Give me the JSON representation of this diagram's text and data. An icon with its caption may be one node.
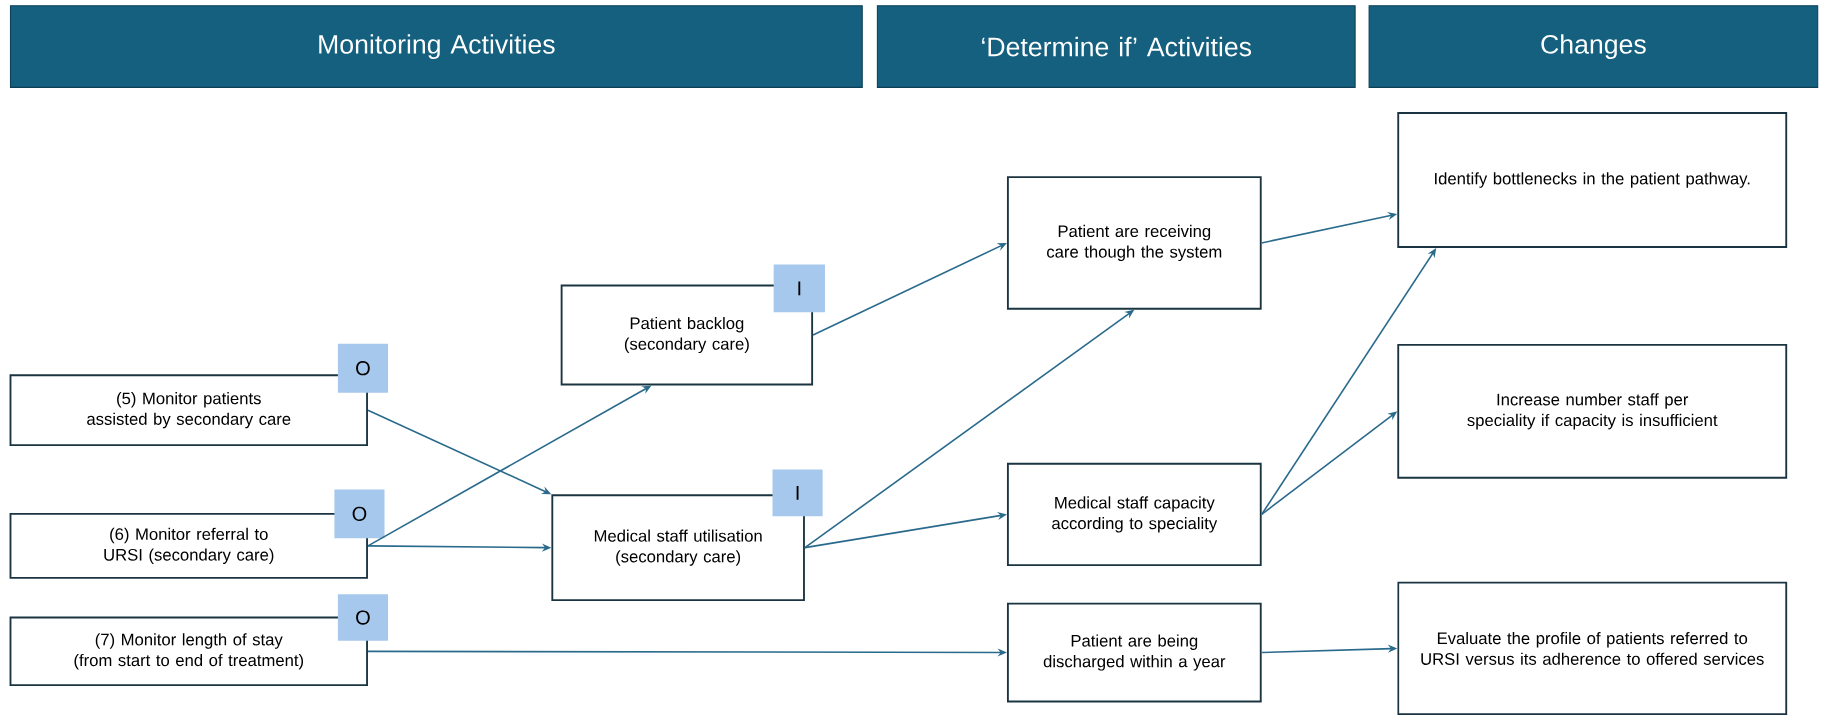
{
  "diagram": {
    "nodes": [
      {
        "text": [
          "Monitoring Activities"
        ]
      },
      {
        "text": [
          "‘Determine if’ Activities"
        ]
      },
      {
        "text": [
          "Changes"
        ]
      },
      {
        "text": [
          "(5) Monitor patients assisted by secondary care"
        ]
      },
      {
        "text": [
          "O"
        ]
      },
      {
        "text": [
          "(6) Monitor referral to URSI (secondary care)"
        ]
      },
      {
        "text": [
          "O"
        ]
      },
      {
        "text": [
          "(7) Monitor length of stay (from start to end of treatment)"
        ]
      },
      {
        "text": [
          "O"
        ]
      },
      {
        "text": [
          "Patient backlog (secondary care)"
        ]
      },
      {
        "text": [
          "I"
        ]
      },
      {
        "text": [
          "Medical staff utilisation (secondary care)"
        ]
      },
      {
        "text": [
          "I"
        ]
      },
      {
        "text": [
          "Patient are receiving care though the system"
        ]
      },
      {
        "text": [
          "Medical staff capacity according to speciality"
        ]
      },
      {
        "text": [
          "Patient are being discharged within a year"
        ]
      },
      {
        "text": [
          "Identify bottlenecks in the patient pathway."
        ]
      },
      {
        "text": [
          "Increase number staff per speciality if capacity is insufficient"
        ]
      },
      {
        "text": [
          "Evaluate the profile of patients referred to URSI versus its adherence to offered services"
        ]
      }
    ],
    "edges": [
      {
        "from": 3,
        "to": 11,
        "arrow": "to"
      },
      {
        "from": 5,
        "to": 9,
        "arrow": "to"
      },
      {
        "from": 5,
        "to": 11,
        "arrow": "to"
      },
      {
        "from": 7,
        "to": 15,
        "arrow": "to"
      },
      {
        "from": 9,
        "to": 13,
        "arrow": "to"
      },
      {
        "from": 11,
        "to": 13,
        "arrow": "to"
      },
      {
        "from": 11,
        "to": 14,
        "arrow": "to"
      },
      {
        "from": 13,
        "to": 16,
        "arrow": "to"
      },
      {
        "from": 14,
        "to": 16,
        "arrow": "to"
      },
      {
        "from": 14,
        "to": 17,
        "arrow": "to"
      },
      {
        "from": 15,
        "to": 18,
        "arrow": "to"
      }
    ]
  }
}
